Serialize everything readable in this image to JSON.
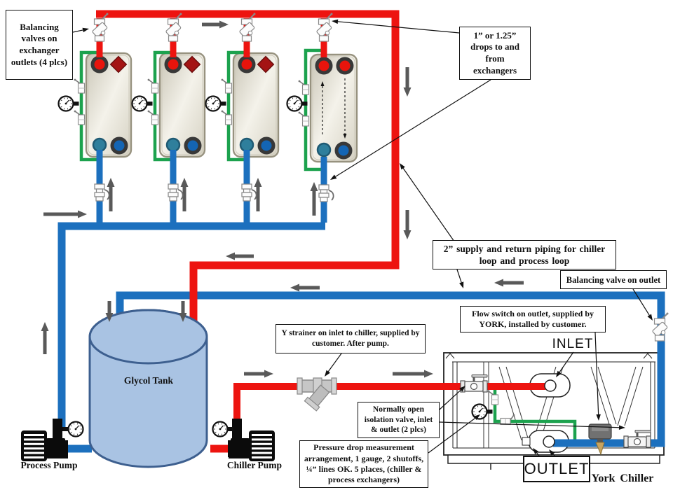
{
  "annotations": {
    "balancing_valves": "Balancing valves on exchanger outlets (4 plcs)",
    "drops": "1” or 1.25” drops to and from exchangers",
    "supply_return": "2” supply and return piping for chiller loop and process loop",
    "balancing_outlet": "Balancing valve on outlet",
    "flow_switch": "Flow switch on outlet, supplied by YORK, installed by customer.",
    "y_strainer": "Y strainer on inlet to chiller, supplied by customer.  After pump.",
    "isolation_valves": "Normally open isolation valve, inlet & outlet (2 plcs)",
    "pressure_drop": "Pressure drop measurement arrangement, 1 gauge, 2 shutoffs, ¼” lines OK.  5 places, (chiller & process exchangers)"
  },
  "labels": {
    "inlet": "INLET",
    "outlet": "OUTLET",
    "glycol_tank": "Glycol Tank",
    "process_pump": "Process Pump",
    "chiller_pump": "Chiller Pump",
    "york_chiller": "York Chiller"
  },
  "components": {
    "heat_exchangers": 4,
    "balancing_valves_on_exchanger_drops": 4,
    "pressure_gauge_sets": 5,
    "pumps": [
      "Process Pump",
      "Chiller Pump"
    ],
    "equipment": [
      "Glycol Tank",
      "York Chiller",
      "Y strainer",
      "Flow switch"
    ]
  },
  "icons": {
    "pressure-gauge-icon": "round dial gauge",
    "balancing-valve-icon": "white angled valve cluster",
    "shutoff-valve-icon": "small inline shutoff valve",
    "ball-valve-icon": "lever-handle ball valve",
    "outlet-valve-icon": "exchanger outlet valve",
    "y-strainer-icon": "y strainer on pipe",
    "flow-switch-icon": "paddle flow switch",
    "pump-icon": "motor driven pump",
    "flow-arrow": "gray flow-direction arrow",
    "annotation-arrow": "thin black leader arrow"
  },
  "colors": {
    "pipe_red": "#ED1410",
    "pipe_blue": "#1C70BE",
    "pipe_green": "#1CA24E",
    "arrow_gray": "#595959",
    "tank_fill": "#A9C3E3",
    "tank_stroke": "#3D5F8F",
    "exchanger_stroke": "#97927F",
    "port_red": "#E8140C",
    "port_maroon": "#A41414",
    "port_teal": "#2F7F9C",
    "port_blue": "#1465B4",
    "line_black": "#111111"
  }
}
